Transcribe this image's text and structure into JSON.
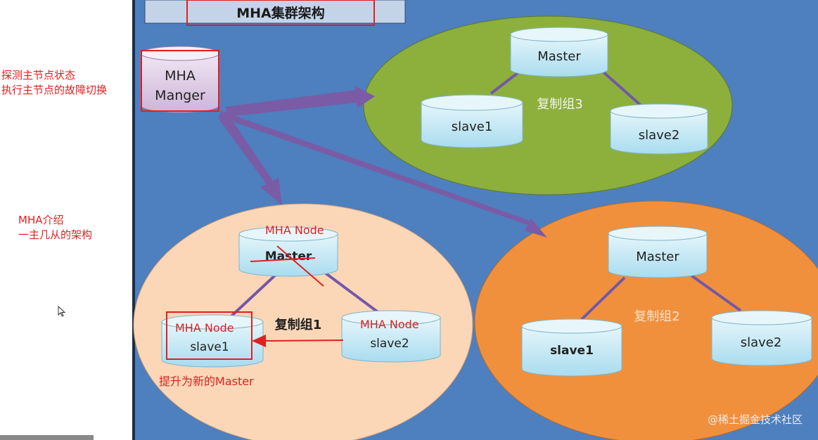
{
  "side_notes": {
    "detect_master_state": "探测主节点状态",
    "failover": "执行主节点的故障切换",
    "intro_title": "MHA介绍",
    "intro_desc": "一主几从的架构"
  },
  "slide": {
    "title": "MHA集群架构",
    "manager": {
      "line1": "MHA",
      "line2": "Manger"
    },
    "groups": [
      {
        "label": "复制组3",
        "master": "Master",
        "slaves": [
          "slave1",
          "slave2"
        ],
        "color": "#8db03d"
      },
      {
        "label": "复制组1",
        "master": "Master",
        "slaves": [
          "slave1",
          "slave2"
        ],
        "color": "#fbd7b8"
      },
      {
        "label": "复制组2",
        "master": "Master",
        "slaves": [
          "slave1",
          "slave2"
        ],
        "color": "#f1903c"
      }
    ],
    "annotations": {
      "node_master": "MHA Node",
      "node_slave1": "MHA Node",
      "node_slave2": "MHA Node",
      "promote": "提升为新的Master"
    },
    "watermark": "@稀土掘金技术社区",
    "colors": {
      "background": "#4e7fbf",
      "db": "#bfe6f3",
      "arrow": "#7a5ba6",
      "annotation": "#e02020"
    }
  }
}
